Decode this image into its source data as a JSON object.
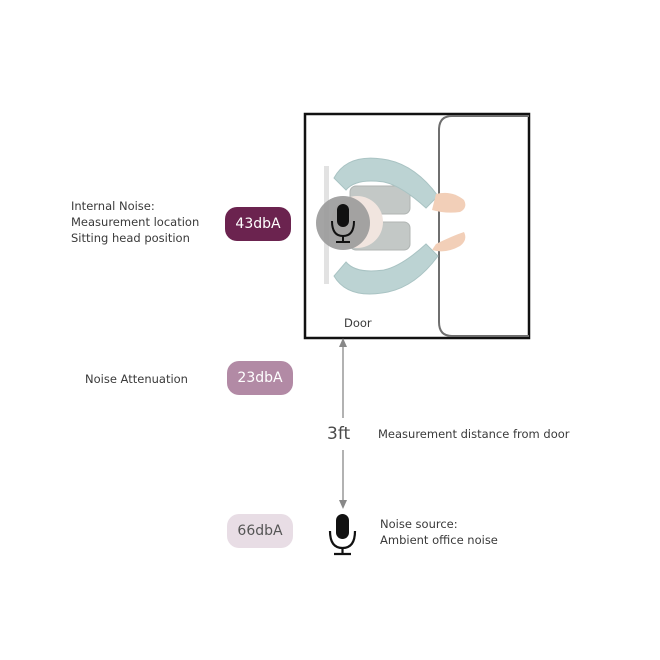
{
  "internal": {
    "lines": [
      "Internal Noise:",
      "Measurement location",
      "Sitting head position"
    ],
    "value": "43dbA",
    "color": "#6b234f"
  },
  "attenuation": {
    "label": "Noise Attenuation",
    "value": "23dbA",
    "color": "#b28aa5"
  },
  "ambient": {
    "lines": [
      "Noise source:",
      "Ambient office noise"
    ],
    "value": "66dbA",
    "color": "#e8dde5"
  },
  "door": {
    "label": "Door"
  },
  "distance": {
    "value": "3ft",
    "label": "Measurement distance from door"
  },
  "icons": {
    "measurement": "microphone-icon",
    "source": "microphone-icon",
    "person": "seated-person-icon"
  }
}
